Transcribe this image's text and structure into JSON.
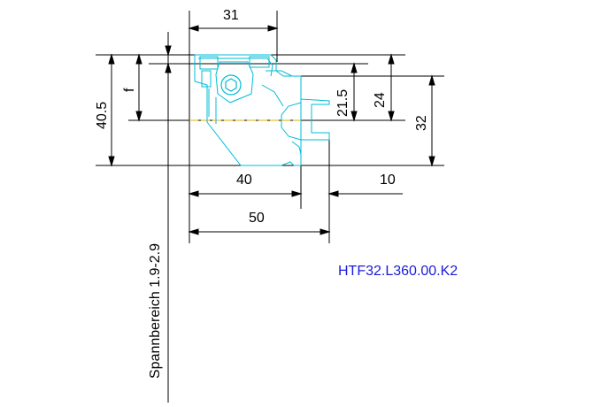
{
  "drawing": {
    "part_code": "HTF32.L360.00.K2",
    "clamping_range": "Spannbereich 1.9-2.9",
    "dimensions": {
      "top_width": "31",
      "overall_height": "40.5",
      "f_label": "f",
      "d_21_5": "21.5",
      "d_24": "24",
      "d_32": "32",
      "d_40": "40",
      "d_10": "10",
      "d_50": "50"
    }
  },
  "colors": {
    "outline": "#00bcd4",
    "dimension": "#000000",
    "centerline": "#e0b000",
    "part_code": "#1a1adc"
  }
}
